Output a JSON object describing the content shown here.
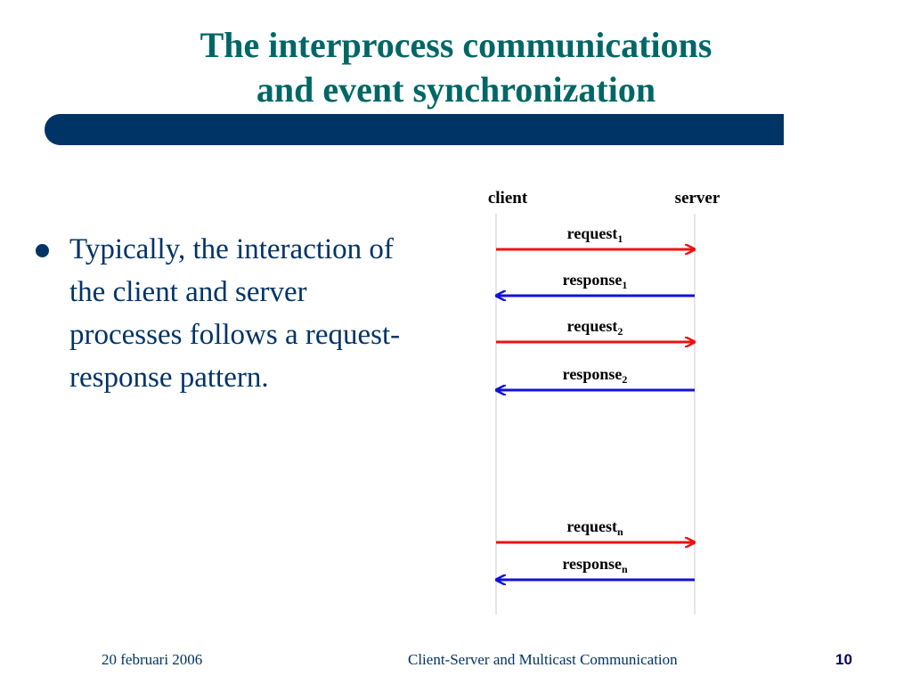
{
  "slide": {
    "title_line1": "The interprocess communications",
    "title_line2": "and event synchronization",
    "bullet": "Typically, the interaction of the client and server processes follows a request-response pattern."
  },
  "diagram": {
    "client_label": "client",
    "server_label": "server",
    "messages": [
      {
        "base": "request",
        "sub": "1",
        "direction": "to-server",
        "color": "#ee1111"
      },
      {
        "base": "response",
        "sub": "1",
        "direction": "to-client",
        "color": "#1111dd"
      },
      {
        "base": "request",
        "sub": "2",
        "direction": "to-server",
        "color": "#ee1111"
      },
      {
        "base": "response",
        "sub": "2",
        "direction": "to-client",
        "color": "#1111dd"
      },
      {
        "base": "request",
        "sub": "n",
        "direction": "to-server",
        "color": "#ee1111"
      },
      {
        "base": "response",
        "sub": "n",
        "direction": "to-client",
        "color": "#1111dd"
      }
    ]
  },
  "footer": {
    "date": "20 februari 2006",
    "course": "Client-Server and Multicast Communication",
    "page": "10"
  },
  "colors": {
    "title": "#006666",
    "bar": "#003366",
    "text": "#003366"
  }
}
